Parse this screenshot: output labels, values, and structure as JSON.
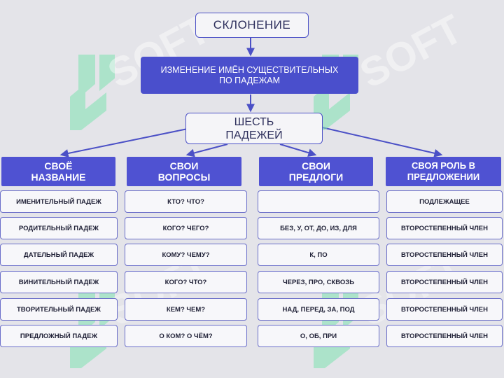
{
  "title": "СКЛОНЕНИЕ",
  "subtitle": "ИЗМЕНЕНИЕ ИМЁН СУЩЕСТВИТЕЛЬНЫХ ПО ПАДЕЖАМ",
  "six": "ШЕСТЬ ПАДЕЖЕЙ",
  "columns": [
    {
      "header": "СВОЁ НАЗВАНИЕ",
      "items": [
        "ИМЕНИТЕЛЬНЫЙ ПАДЕЖ",
        "РОДИТЕЛЬНЫЙ ПАДЕЖ",
        "ДАТЕЛЬНЫЙ ПАДЕЖ",
        "ВИНИТЕЛЬНЫЙ ПАДЕЖ",
        "ТВОРИТЕЛЬНЫЙ ПАДЕЖ",
        "ПРЕДЛОЖНЫЙ ПАДЕЖ"
      ]
    },
    {
      "header": "СВОИ ВОПРОСЫ",
      "items": [
        "КТО? ЧТО?",
        "КОГО? ЧЕГО?",
        "КОМУ? ЧЕМУ?",
        "КОГО? ЧТО?",
        "КЕМ? ЧЕМ?",
        "О КОМ? О ЧЁМ?"
      ]
    },
    {
      "header": "СВОИ ПРЕДЛОГИ",
      "items": [
        "",
        "БЕЗ, У, ОТ, ДО, ИЗ, ДЛЯ",
        "К, ПО",
        "ЧЕРЕЗ, ПРО, СКВОЗЬ",
        "НАД, ПЕРЕД, ЗА, ПОД",
        "О, ОБ, ПРИ"
      ]
    },
    {
      "header": "СВОЯ РОЛЬ В ПРЕДЛОЖЕНИИ",
      "items": [
        "ПОДЛЕЖАЩЕЕ",
        "ВТОРОСТЕПЕННЫЙ ЧЛЕН",
        "ВТОРОСТЕПЕННЫЙ ЧЛЕН",
        "ВТОРОСТЕПЕННЫЙ ЧЛЕН",
        "ВТОРОСТЕПЕННЫЙ ЧЛЕН",
        "ВТОРОСТЕПЕННЫЙ ЧЛЕН"
      ]
    }
  ],
  "colors": {
    "accent": "#4f52d2",
    "border": "#4b50c6",
    "background": "#e4e4e9",
    "watermark": "#7fe3b2"
  },
  "watermark_text": "SOFT"
}
